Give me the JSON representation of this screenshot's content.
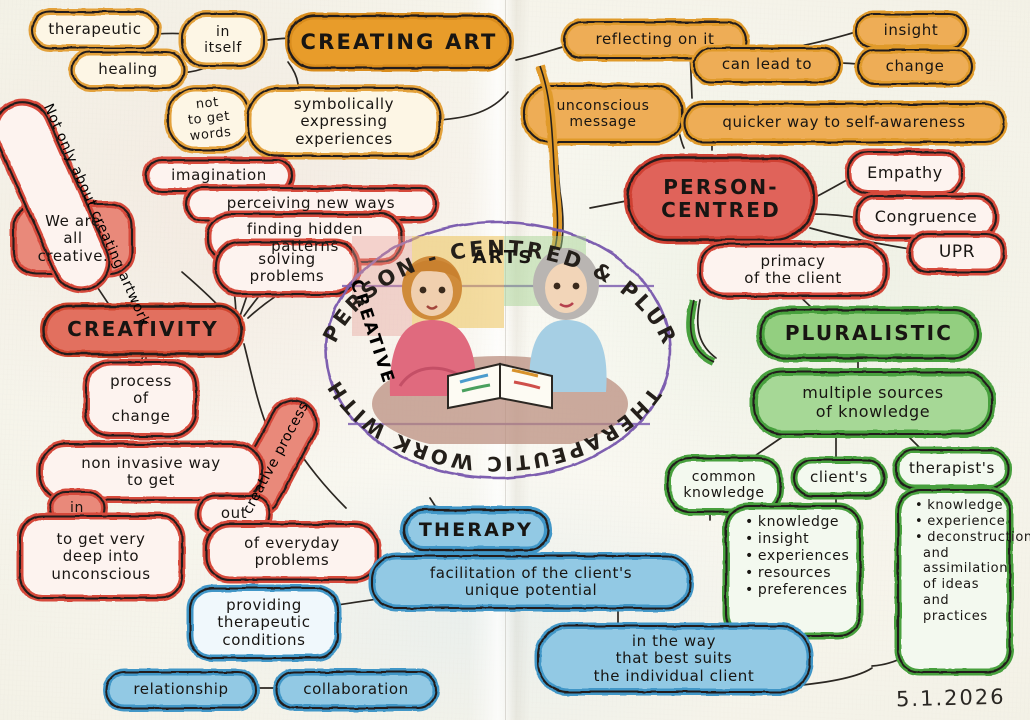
{
  "page": {
    "kind": "hand-drawn-mind-map",
    "medium": "notebook double page, pencil crayon and ink",
    "datestamp": "5.1.2026"
  },
  "center": {
    "ring_text_top": "PERSON - CENTRED & PLURALISTIC",
    "ring_text_bottom": "THERAPEUTIC  WORK  WITH",
    "inner_left": "CREATIVE",
    "inner_right": "ARTS",
    "illustration": "two-women-at-table-with-open-art-book"
  },
  "branches": {
    "creating_art": {
      "color": "#e09a2c",
      "root": "CREATING ART",
      "nodes": [
        {
          "id": "therapeutic",
          "label": "therapeutic"
        },
        {
          "id": "in_itself",
          "label": "in\nitself"
        },
        {
          "id": "healing",
          "label": "healing"
        },
        {
          "id": "not_to_get_words",
          "label": "not\nto get\nwords"
        },
        {
          "id": "symbolically",
          "label": "symbolically\nexpressing\nexperiences"
        },
        {
          "id": "reflecting_on_it",
          "label": "reflecting on it"
        },
        {
          "id": "can_lead_to",
          "label": "can lead to"
        },
        {
          "id": "insight",
          "label": "insight"
        },
        {
          "id": "change",
          "label": "change"
        },
        {
          "id": "unconscious_message",
          "label": "unconscious\nmessage"
        },
        {
          "id": "quicker_way",
          "label": "quicker way to self-awareness"
        }
      ]
    },
    "creativity": {
      "color": "#d9483c",
      "root": "CREATIVITY",
      "nodes": [
        {
          "id": "we_are_all_creative",
          "label": "We are\nall\ncreative."
        },
        {
          "id": "not_only_artwork",
          "label": "Not only about creating artwork"
        },
        {
          "id": "imagination",
          "label": "imagination"
        },
        {
          "id": "perceiving_new_ways",
          "label": "perceiving new ways"
        },
        {
          "id": "finding_hidden_patterns",
          "label": "finding hidden\npatterns"
        },
        {
          "id": "solving_problems",
          "label": "solving\nproblems"
        },
        {
          "id": "process_of_change",
          "label": "process\nof\nchange"
        },
        {
          "id": "creative_process",
          "label": "creative process"
        },
        {
          "id": "non_invasive",
          "label": "non invasive way\nto get"
        },
        {
          "id": "in",
          "label": "in"
        },
        {
          "id": "deep_unconscious",
          "label": "to get very\ndeep into\nunconscious"
        },
        {
          "id": "out",
          "label": "out"
        },
        {
          "id": "everyday_problems",
          "label": "of everyday\nproblems"
        }
      ]
    },
    "person_centred": {
      "color": "#d9483c",
      "root": "PERSON-\nCENTRED",
      "nodes": [
        {
          "id": "empathy",
          "label": "Empathy"
        },
        {
          "id": "congruence",
          "label": "Congruence"
        },
        {
          "id": "upr",
          "label": "UPR"
        },
        {
          "id": "primacy_of_the_client",
          "label": "primacy\nof the client"
        }
      ]
    },
    "pluralistic": {
      "color": "#3f9e3c",
      "root": "PLURALISTIC",
      "nodes": [
        {
          "id": "multiple_sources",
          "label": "multiple sources\nof knowledge"
        },
        {
          "id": "common_knowledge",
          "label": "common\nknowledge"
        },
        {
          "id": "clients",
          "label": "client's"
        },
        {
          "id": "therapists",
          "label": "therapist's"
        }
      ],
      "clients_list": [
        "knowledge",
        "insight",
        "experiences",
        "resources",
        "preferences"
      ],
      "therapists_list": [
        "knowledge",
        "experience",
        "deconstruction",
        "and",
        "assimilation",
        "of ideas",
        "and",
        "practices"
      ]
    },
    "therapy": {
      "color": "#3f93c6",
      "root": "THERAPY",
      "nodes": [
        {
          "id": "facilitation",
          "label": "facilitation of the client's\nunique potential"
        },
        {
          "id": "in_the_way",
          "label": "in the way\nthat best suits\nthe individual client"
        },
        {
          "id": "providing_conditions",
          "label": "providing\ntherapeutic\nconditions"
        },
        {
          "id": "relationship",
          "label": "relationship"
        },
        {
          "id": "collaboration",
          "label": "collaboration"
        }
      ]
    }
  }
}
